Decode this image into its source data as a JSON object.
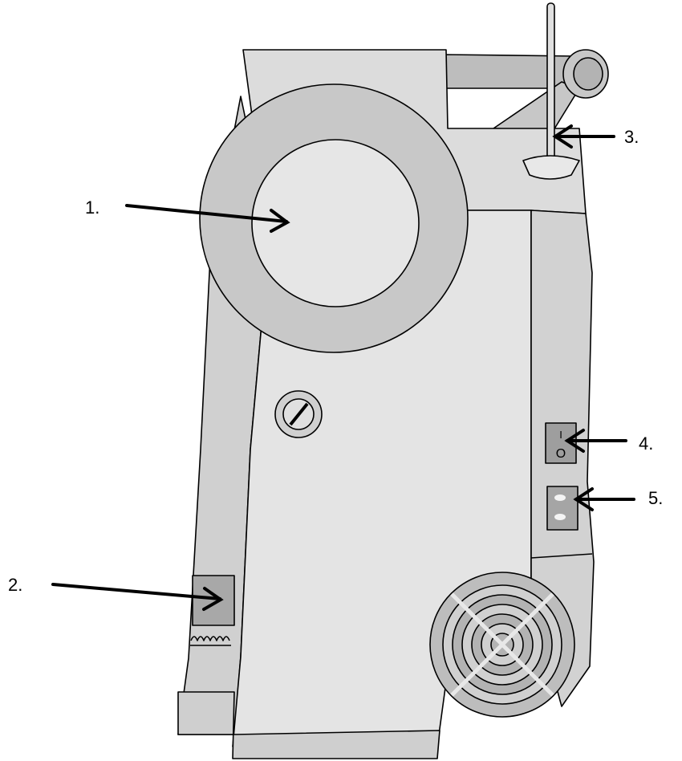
{
  "callouts": [
    {
      "number": "1."
    },
    {
      "number": "2."
    },
    {
      "number": "3."
    },
    {
      "number": "4."
    },
    {
      "number": "5."
    }
  ],
  "power_switch": {
    "on_symbol": "I",
    "off_symbol": "O"
  },
  "colors": {
    "body": "#d9d9d9",
    "body_dark": "#c4c4c4",
    "outline": "#000000",
    "background": "#ffffff"
  }
}
